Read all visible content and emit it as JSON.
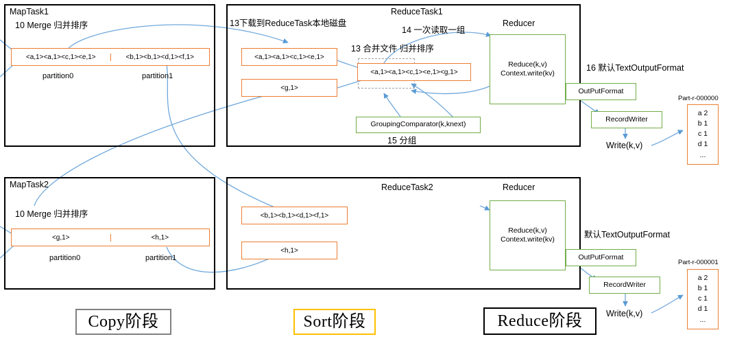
{
  "diagram": {
    "title_hidden": "MapReduce Shuffle / Reduce stage diagram",
    "colors": {
      "orange": "#ED7D31",
      "green": "#70AD47",
      "arrow_blue": "#6FA8DC",
      "stage_copy_border": "#808080",
      "stage_sort_border": "#FFC000",
      "stage_reduce_border": "#000000",
      "task_border": "#000000"
    }
  },
  "maptask1": {
    "title": "MapTask1",
    "merge_label": "10 Merge 归并排序",
    "partition0_value": "<a,1><a,1><c,1><e,1>",
    "partition1_value": "<b,1><b,1><d,1><f,1>",
    "partition0_label": "partition0",
    "partition1_label": "partition1"
  },
  "maptask2": {
    "title": "MapTask2",
    "merge_label": "10 Merge 归并排序",
    "partition0_value": "<g,1>",
    "partition1_value": "<h,1>",
    "partition0_label": "partition0",
    "partition1_label": "partition1"
  },
  "reducetask1": {
    "title": "ReduceTask1",
    "download_label": "13下载到ReduceTask本地磁盘",
    "read_group_label": "14 一次读取一组",
    "merge_file_label": "13 合并文件 归并排序",
    "fetched_file_1": "<a,1><a,1><c,1><e,1>",
    "fetched_file_2": "<g,1>",
    "merged_file": "<a,1><a,1><c,1><e,1><g,1>",
    "grouping_comparator": "GroupingComparator(k,knext)",
    "group_label": "15 分组",
    "reducer_title": "Reducer",
    "reducer_line1": "Reduce(k,v)",
    "reducer_line2": "Context.write(kv)"
  },
  "reducetask2": {
    "title": "ReduceTask2",
    "fetched_file_1": "<b,1><b,1><d,1><f,1>",
    "fetched_file_2": "<h,1>",
    "reducer_title": "Reducer",
    "reducer_line1": "Reduce(k,v)",
    "reducer_line2": "Context.write(kv)"
  },
  "output1": {
    "format_label": "16 默认TextOutputFormat",
    "outputformat": "OutPutFormat",
    "recordwriter": "RecordWriter",
    "write_label": "Write(k,v)",
    "part_name": "Part-r-000000",
    "rows": [
      "a 2",
      "b 1",
      "c 1",
      "d 1",
      "..."
    ]
  },
  "output2": {
    "format_label": "默认TextOutputFormat",
    "outputformat": "OutPutFormat",
    "recordwriter": "RecordWriter",
    "write_label": "Write(k,v)",
    "part_name": "Part-r-000001",
    "rows": [
      "a 2",
      "b 1",
      "c 1",
      "d 1",
      "..."
    ]
  },
  "stages": {
    "copy": "Copy阶段",
    "sort": "Sort阶段",
    "reduce": "Reduce阶段"
  }
}
